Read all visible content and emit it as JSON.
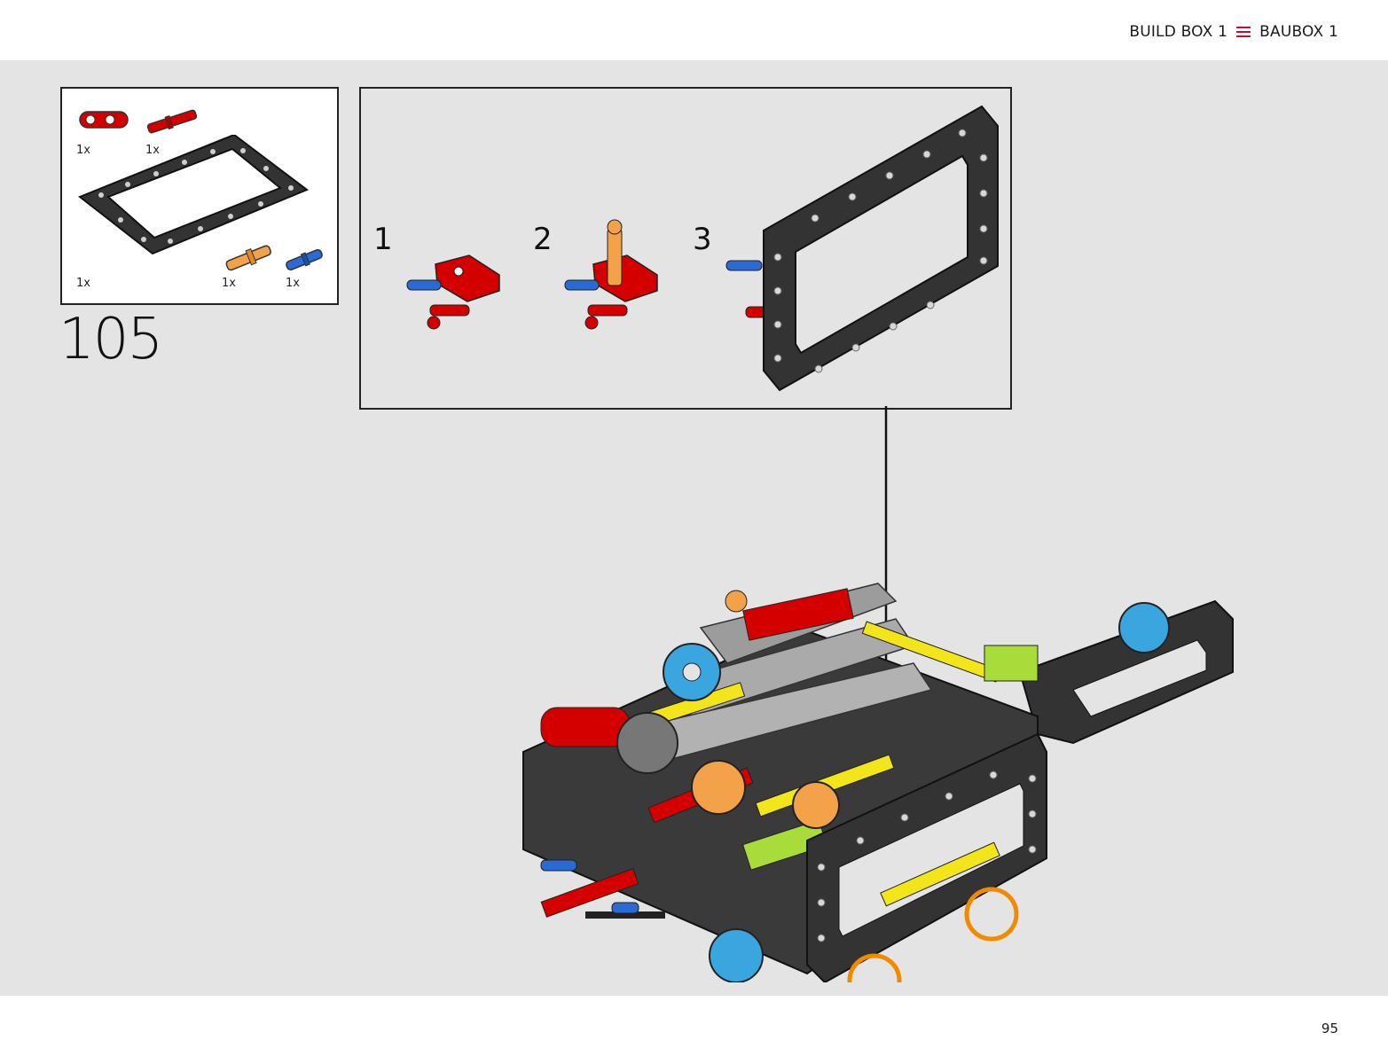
{
  "header": {
    "build_box_en": "BUILD BOX 1",
    "build_box_de": "BAUBOX 1",
    "accent_color": "#c8102e"
  },
  "parts_list": [
    {
      "name": "red-connector-double",
      "qty": "1x"
    },
    {
      "name": "red-axle-pin",
      "qty": "1x"
    },
    {
      "name": "black-frame-5x7",
      "qty": "1x"
    },
    {
      "name": "orange-axle-pin-bush",
      "qty": "1x"
    },
    {
      "name": "blue-axle-pin",
      "qty": "1x"
    }
  ],
  "step": {
    "number": "105"
  },
  "callout": {
    "sub_steps": [
      "1",
      "2",
      "3"
    ]
  },
  "footer": {
    "page_number": "95"
  },
  "highlight_color": "#f08a00"
}
